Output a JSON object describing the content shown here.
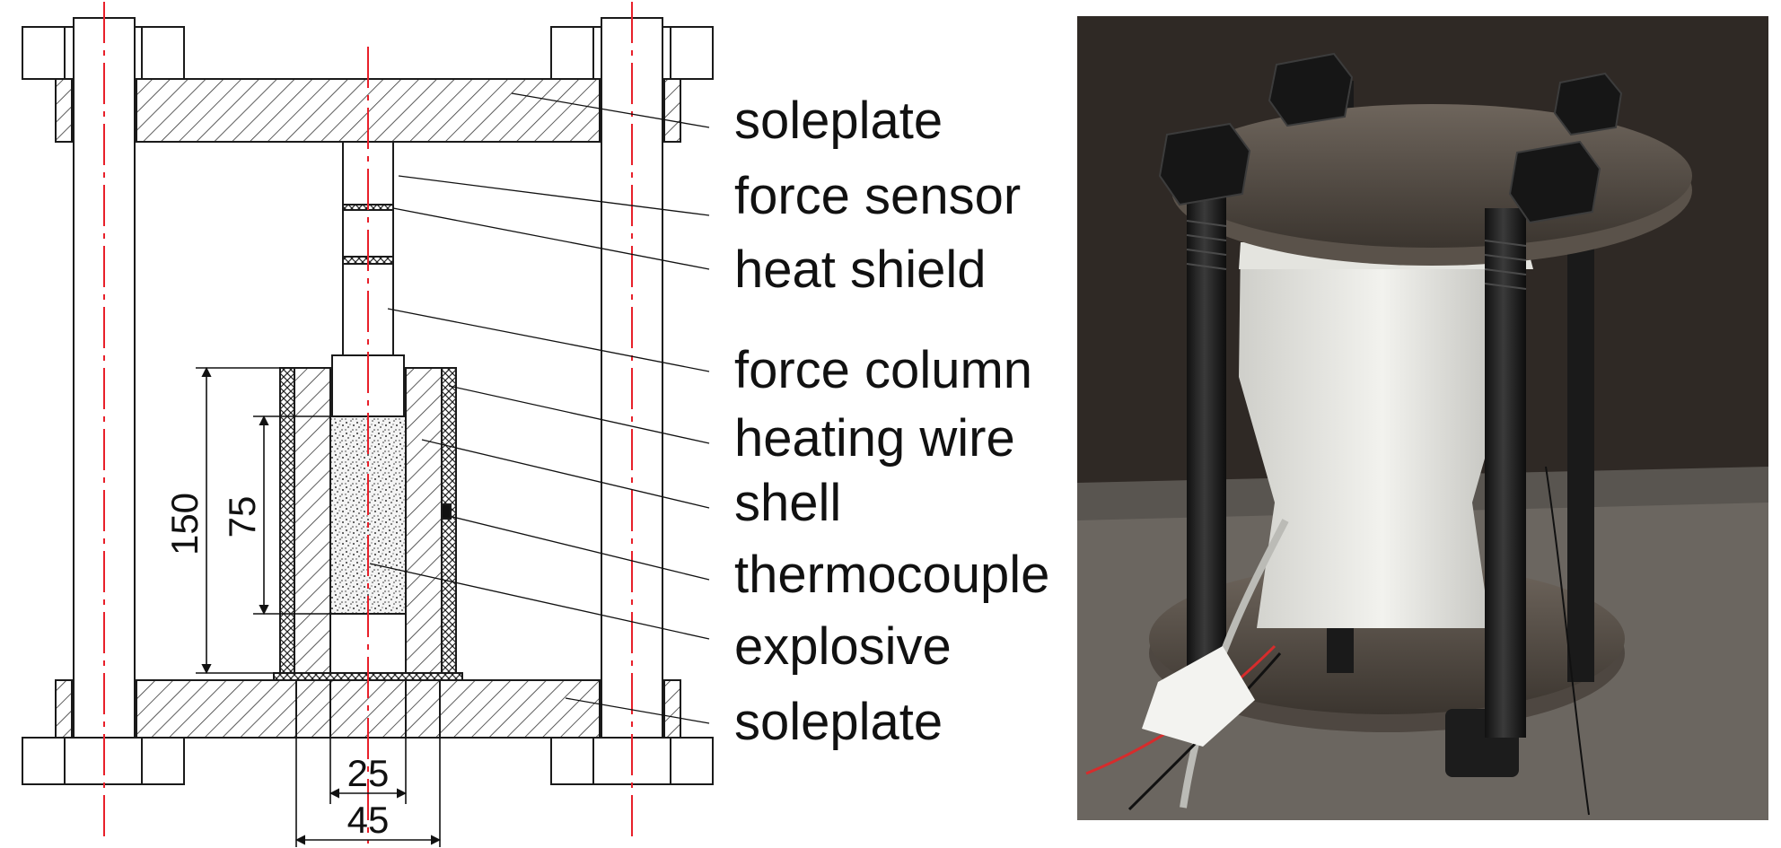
{
  "labels": [
    {
      "key": "soleplate_top",
      "text": "soleplate"
    },
    {
      "key": "force_sensor",
      "text": "force sensor"
    },
    {
      "key": "heat_shield",
      "text": "heat shield"
    },
    {
      "key": "force_column",
      "text": "force column"
    },
    {
      "key": "heating_wire",
      "text": "heating wire"
    },
    {
      "key": "shell",
      "text": "shell"
    },
    {
      "key": "thermocouple",
      "text": "thermocouple"
    },
    {
      "key": "explosive",
      "text": "explosive"
    },
    {
      "key": "soleplate_bottom",
      "text": "soleplate"
    }
  ],
  "dimensions": {
    "height_total": "150",
    "height_explosive": "75",
    "width_inner": "25",
    "width_outer": "45"
  },
  "colors": {
    "line": "#1a1a1a",
    "centerline": "#e8202a",
    "photo_bg": "#3a332e"
  }
}
